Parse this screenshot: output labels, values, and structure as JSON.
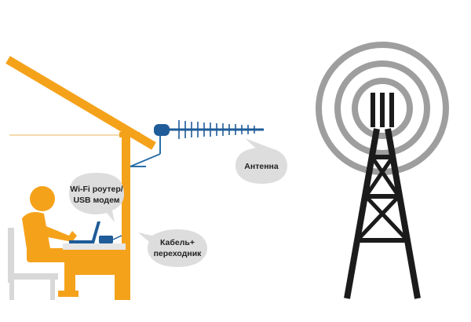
{
  "labels": {
    "router_line1": "Wi-Fi роутер/",
    "router_line2": "USB модем",
    "antenna": "Антенна",
    "cable_line1": "Кабель+",
    "cable_line2": "переходник"
  },
  "colors": {
    "house": "#F5A21B",
    "antenna": "#1F5C99",
    "tower": "#1B1B1B",
    "signal_rings": "#9E9E9E",
    "bubble": "#DDDDDD",
    "chair": "#D8D8D8",
    "laptop": "#1F5C99",
    "ground_line": "#E8B45A"
  },
  "icons": {
    "person": "person-at-laptop-icon",
    "tower": "cell-tower-icon",
    "antenna": "yagi-antenna-icon",
    "router": "router-icon"
  }
}
